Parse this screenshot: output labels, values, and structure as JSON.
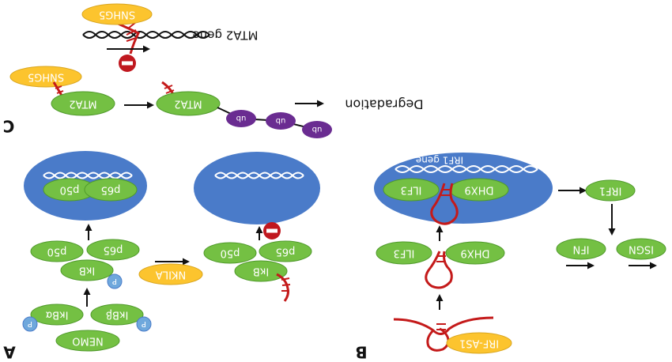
{
  "colors": {
    "green": "#74c043",
    "green_stroke": "#4f9a2a",
    "yellow": "#fcc42e",
    "blue_cell": "#4a7bc9",
    "light_blue": "#6fa8dc",
    "purple": "#6a2c91",
    "rna_red": "#c41a1a",
    "inhibit_red": "#c0181f"
  },
  "panel_c": {
    "label": "C",
    "snhg5_top": "SNHG5",
    "gene_label": "MTA2 gene",
    "snhg5_bottom": "SNHG5",
    "mta2_left": "MTA2",
    "mta2_right": "MTA2",
    "ub1": "ub",
    "ub2": "ub",
    "ub3": "ub",
    "degradation": "Degradation"
  },
  "panel_a": {
    "label": "A",
    "p50_nuc": "p50",
    "p65_nuc": "p65",
    "p50": "p50",
    "p65": "p65",
    "ikb": "IκB",
    "p_ikb": "P",
    "ikba": "IκBα",
    "ikbb": "IκBβ",
    "p_left": "P",
    "p_right": "P",
    "nemo": "NEMO",
    "nkila": "NKILA",
    "p50_right": "p50",
    "p65_right": "p65",
    "ikb_right": "IκB"
  },
  "panel_b": {
    "label": "B",
    "irf1_gene": "IRF1 gene",
    "ilf3_nuc": "ILF3",
    "dhx9_nuc": "DHX9",
    "ilf3": "ILF3",
    "dhx9": "DHX9",
    "irf_as1": "IRF-AS1",
    "irf1": "IRF1",
    "ifn": "IFN",
    "isgn": "ISGN"
  }
}
